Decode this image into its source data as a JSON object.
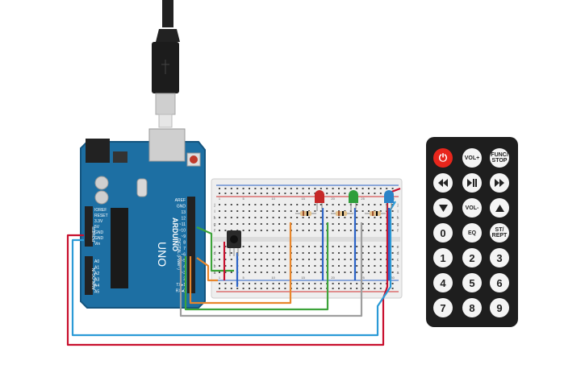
{
  "usb_cable": {
    "plug": "USB"
  },
  "arduino": {
    "brand": "ARDUINO",
    "model": "UNO",
    "digital_pins": [
      "AREF",
      "GND",
      "13",
      "12",
      "~11",
      "~10",
      "~9",
      "8",
      "7",
      "~6",
      "~5",
      "4",
      "~3",
      "2",
      "TX▸1",
      "RX◂0"
    ],
    "digital_header_label": "DIGITAL (PWM~)",
    "power_pins": [
      "IOREF",
      "RESET",
      "3.3V",
      "5V",
      "GND",
      "GND",
      "Vin"
    ],
    "power_label": "POWER",
    "analog_pins": [
      "A0",
      "A1",
      "A2",
      "A3",
      "A4",
      "A5"
    ],
    "analog_label": "ANALOG IN",
    "colors": {
      "board": "#1d6fa3",
      "board_edge": "#15557f",
      "header": "#222222"
    }
  },
  "breadboard": {
    "column_numbers": [
      "1",
      "5",
      "10",
      "15",
      "20",
      "25",
      "30"
    ],
    "row_letters_top": [
      "j",
      "i",
      "h",
      "g",
      "f"
    ],
    "row_letters_bottom": [
      "e",
      "d",
      "c",
      "b",
      "a"
    ]
  },
  "components": {
    "ir_receiver": "ir-receiver",
    "leds": [
      {
        "color": "#c62828"
      },
      {
        "color": "#2e9e3a"
      },
      {
        "color": "#2b83c7"
      }
    ],
    "resistors": 3
  },
  "wires": {
    "colors": {
      "red": "#c8102e",
      "blue": "#2b9ad6",
      "green": "#3da33a",
      "orange": "#e8862b",
      "gray": "#9e9e9e"
    }
  },
  "remote": {
    "buttons": [
      {
        "id": "power",
        "label": "⏻",
        "icon": "power-icon"
      },
      {
        "id": "vol-up",
        "label": "VOL+"
      },
      {
        "id": "func-stop",
        "label": "FUNC/ STOP"
      },
      {
        "id": "prev",
        "label": "",
        "icon": "skip-back-icon"
      },
      {
        "id": "play-pause",
        "label": "",
        "icon": "play-pause-icon"
      },
      {
        "id": "next",
        "label": "",
        "icon": "skip-forward-icon"
      },
      {
        "id": "down",
        "label": "",
        "icon": "arrow-down-icon"
      },
      {
        "id": "vol-down",
        "label": "VOL-"
      },
      {
        "id": "up",
        "label": "",
        "icon": "arrow-up-icon"
      },
      {
        "id": "0",
        "label": "0"
      },
      {
        "id": "eq",
        "label": "EQ"
      },
      {
        "id": "st-rept",
        "label": "ST/ REPT"
      },
      {
        "id": "1",
        "label": "1"
      },
      {
        "id": "2",
        "label": "2"
      },
      {
        "id": "3",
        "label": "3"
      },
      {
        "id": "4",
        "label": "4"
      },
      {
        "id": "5",
        "label": "5"
      },
      {
        "id": "6",
        "label": "6"
      },
      {
        "id": "7",
        "label": "7"
      },
      {
        "id": "8",
        "label": "8"
      },
      {
        "id": "9",
        "label": "9"
      }
    ]
  }
}
